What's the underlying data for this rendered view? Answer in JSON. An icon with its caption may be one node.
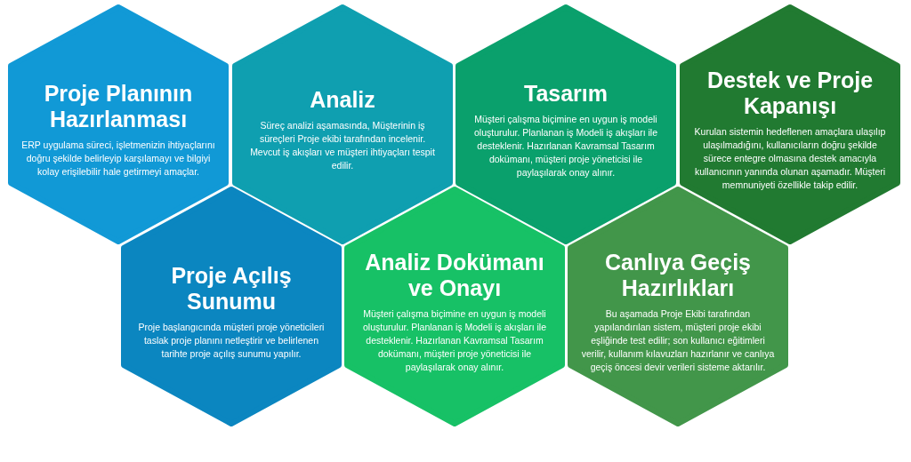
{
  "diagram": {
    "nodes": [
      {
        "text": [
          "Proje Planının Hazırlanması",
          "ERP uygulama süreci, işletmenizin ihtiyaçlarını doğru şekilde belirleyip karşılamayı ve bilgiyi kolay erişilebilir hale getirmeyi amaçlar."
        ]
      },
      {
        "text": [
          "Proje Açılış Sunumu",
          "Proje başlangıcında müşteri proje yöneticileri taslak proje planını netleştirir ve belirlenen tarihte proje açılış sunumu yapılır."
        ]
      },
      {
        "text": [
          "Analiz",
          "Süreç analizi aşamasında, Müşterinin iş süreçleri Proje ekibi tarafından incelenir. Mevcut iş akışları ve müşteri ihtiyaçları tespit edilir."
        ]
      },
      {
        "text": [
          "Analiz Dokümanı ve Onayı",
          "Müşteri çalışma biçimine en uygun iş modeli oluşturulur. Planlanan iş Modeli iş akışları ile desteklenir. Hazırlanan Kavramsal Tasarım dokümanı, müşteri proje yöneticisi ile paylaşılarak onay alınır."
        ]
      },
      {
        "text": [
          "Tasarım",
          "Müşteri çalışma biçimine en uygun iş modeli oluşturulur. Planlanan iş Modeli iş akışları ile desteklenir. Hazırlanan Kavramsal Tasarım dokümanı, müşteri proje yöneticisi ile paylaşılarak onay alınır."
        ]
      },
      {
        "text": [
          "Canlıya Geçiş Hazırlıkları",
          "Bu aşamada Proje Ekibi tarafından yapılandırılan sistem, müşteri proje ekibi eşliğinde test edilir; son kullanıcı eğitimleri verilir, kullanım kılavuzları hazırlanır ve canlıya geçiş öncesi devir verileri sisteme aktarılır."
        ]
      },
      {
        "text": [
          "Destek ve Proje Kapanışı",
          "Kurulan sistemin hedeflenen amaçlara ulaşılıp ulaşılmadığını, kullanıcıların doğru şekilde sürece entegre olmasına destek amacıyla kullanıcının yanında olunan aşamadır. Müşteri memnuniyeti özellikle takip edilir."
        ]
      }
    ]
  }
}
